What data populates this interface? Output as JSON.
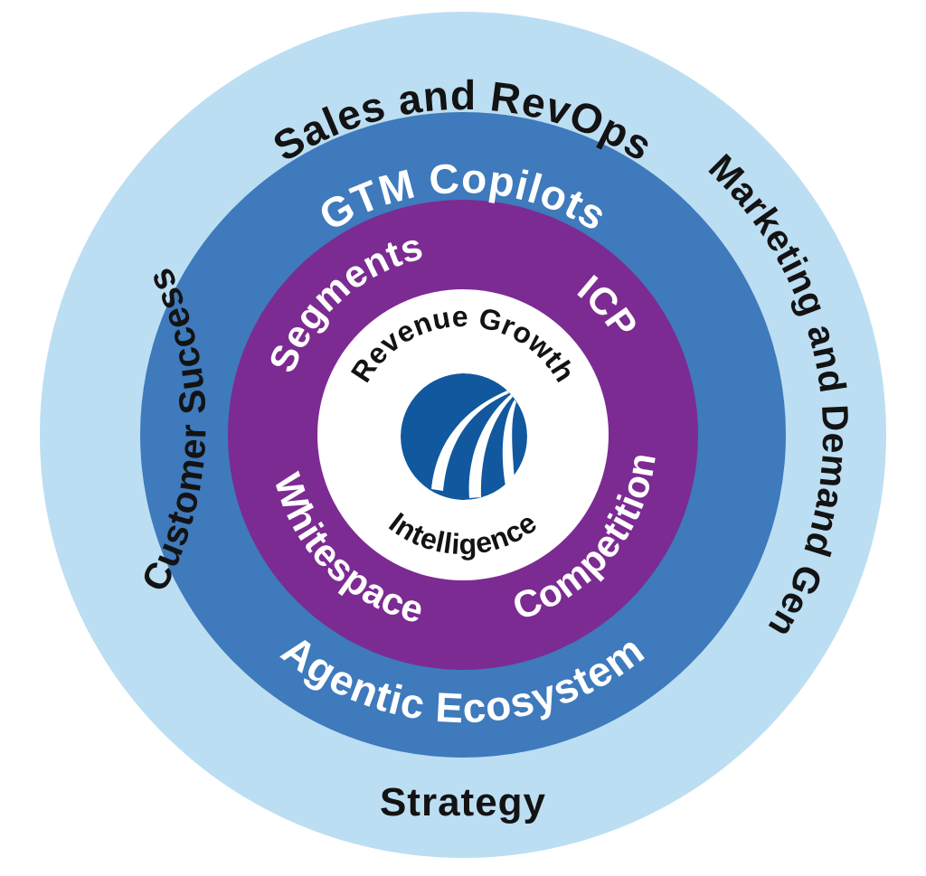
{
  "colors": {
    "outer_ring": "#bcdef2",
    "middle_ring": "#3e7abc",
    "inner_ring": "#7c2b92",
    "center_circle": "#ffffff",
    "logo_blue": "#11589f",
    "dark_text": "#131313",
    "light_text": "#ffffff"
  },
  "diagram": {
    "type": "concentric-rings",
    "center": {
      "top": "Revenue Growth",
      "bottom": "Intelligence",
      "logo": "wave-sphere-logo"
    },
    "rings": {
      "inner": {
        "top_left": "Segments",
        "top_right": "ICP",
        "bottom_left": "Whitespace",
        "bottom_right": "Competition"
      },
      "middle": {
        "top": "GTM Copilots",
        "bottom": "Agentic Ecosystem"
      },
      "outer": {
        "top": "Sales and RevOps",
        "right": "Marketing and Demand Gen",
        "bottom": "Strategy",
        "left": "Customer Success"
      }
    }
  }
}
